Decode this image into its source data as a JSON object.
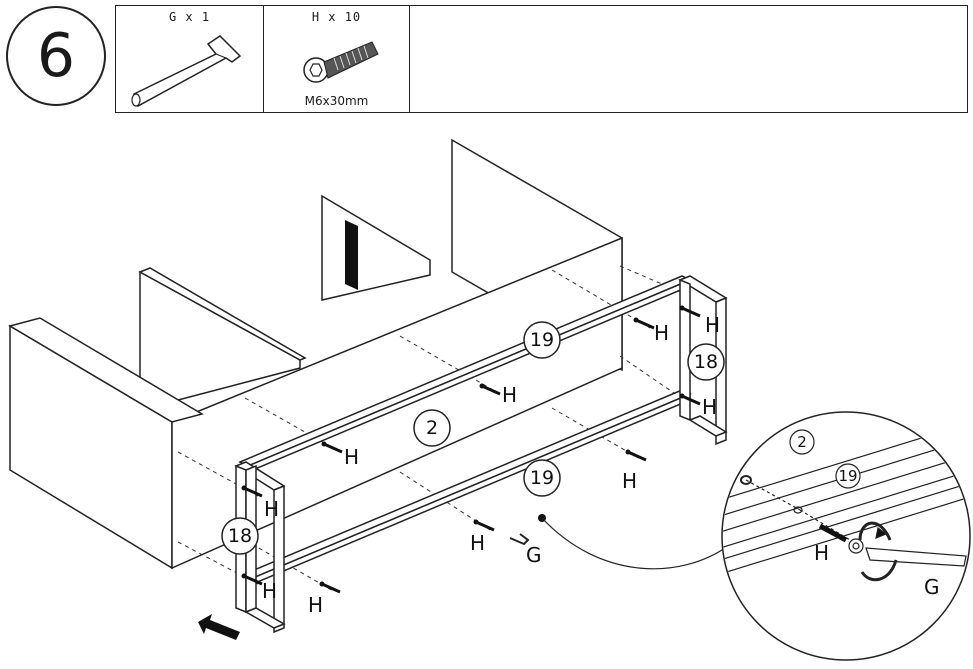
{
  "step": {
    "number": "6"
  },
  "parts": [
    {
      "label": "G x 1",
      "icon": "allen-key-icon"
    },
    {
      "label": "H x 10",
      "icon": "bolt-icon",
      "spec": "M6x30mm"
    }
  ],
  "diagram": {
    "panel_label": "2",
    "rail_label": "19",
    "leg_label": "18",
    "bolt_label": "H",
    "tool_label": "G"
  },
  "detail": {
    "panel_label": "2",
    "rail_label": "19",
    "bolt_label": "H",
    "tool_label": "G"
  }
}
